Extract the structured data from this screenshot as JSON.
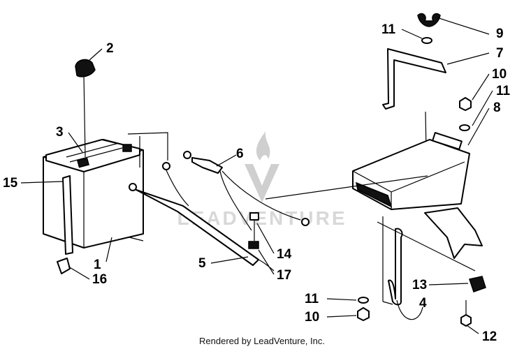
{
  "watermark": {
    "text": "LEADVENTURE",
    "logo_icon": "leadventure-flame-logo"
  },
  "credit": "Rendered by LeadVenture, Inc.",
  "labels": {
    "l1": "1",
    "l2": "2",
    "l3": "3",
    "l4": "4",
    "l5": "5",
    "l6": "6",
    "l7": "7",
    "l8": "8",
    "l9": "9",
    "l10a": "10",
    "l10b": "10",
    "l11a": "11",
    "l11b": "11",
    "l11c": "11",
    "l12": "12",
    "l13": "13",
    "l14": "14",
    "l15": "15",
    "l16": "16",
    "l17": "17"
  }
}
